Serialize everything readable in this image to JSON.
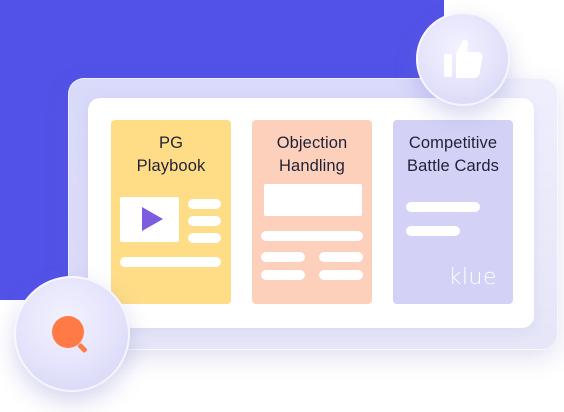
{
  "cards": [
    {
      "title": "PG\nPlaybook",
      "color": "#fedd86"
    },
    {
      "title": "Objection\nHandling",
      "color": "#fdd0bb"
    },
    {
      "title": "Competitive\nBattle Cards",
      "color": "#d3d2f6"
    }
  ],
  "brand": {
    "logo_text": "klue"
  },
  "icons": {
    "top_bubble": "thumbs-up-icon",
    "bottom_bubble": "search-icon",
    "video": "play-icon"
  },
  "colors": {
    "background_band": "#5252e8",
    "play": "#7c5ce0",
    "thumb": "#ffffff",
    "search": "#ff7a45"
  }
}
